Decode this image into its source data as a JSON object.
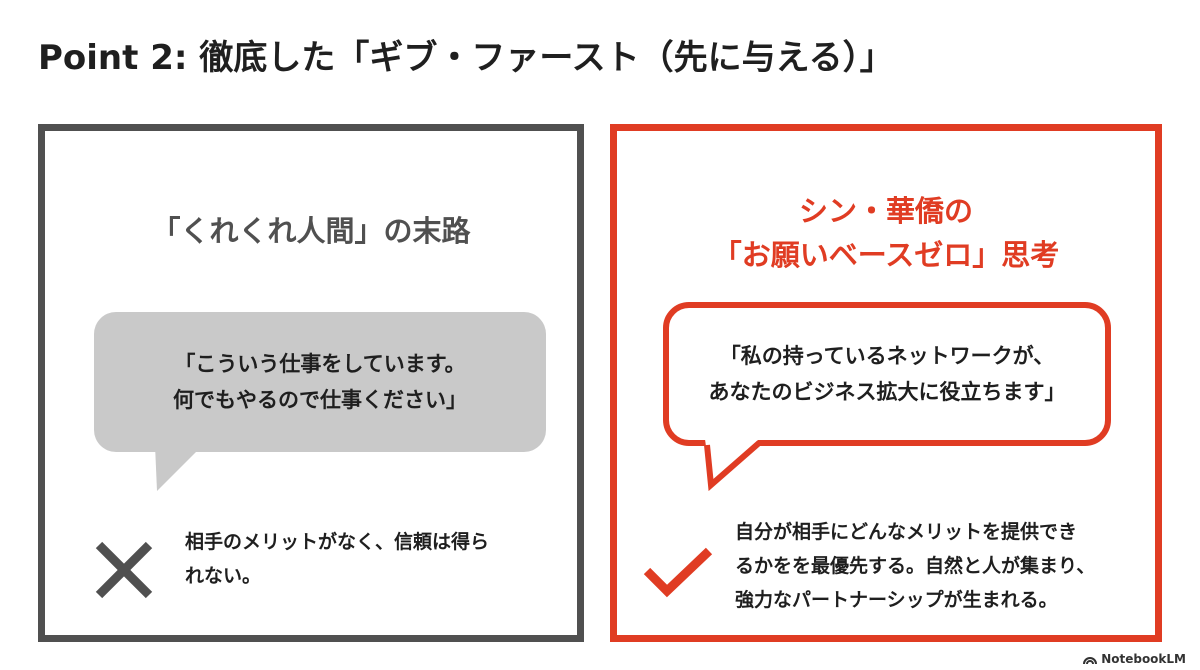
{
  "title": "Point 2: 徹底した「ギブ・ファースト（先に与える）」",
  "colors": {
    "accent": "#e03c23",
    "neutral": "#505050",
    "bubble_gray": "#c9c9c9"
  },
  "left": {
    "heading": "「くれくれ人間」の末路",
    "bubble": {
      "line1": "「こういう仕事をしています。",
      "line2": "何でもやるので仕事ください」"
    },
    "icon": "cross-icon",
    "note": {
      "line1": "相手のメリットがなく、信頼は得ら",
      "line2": "れない。"
    }
  },
  "right": {
    "heading": {
      "line1": "シン・華僑の",
      "line2": "「お願いベースゼロ」思考"
    },
    "bubble": {
      "line1": "「私の持っているネットワークが、",
      "line2": "あなたのビジネス拡大に役立ちます」"
    },
    "icon": "check-icon",
    "note": {
      "line1": "自分が相手にどんなメリットを提供でき",
      "line2": "るかをを最優先する。自然と人が集まり、",
      "line3": "強力なパートナーシップが生まれる。"
    }
  },
  "brand": "NotebookLM"
}
